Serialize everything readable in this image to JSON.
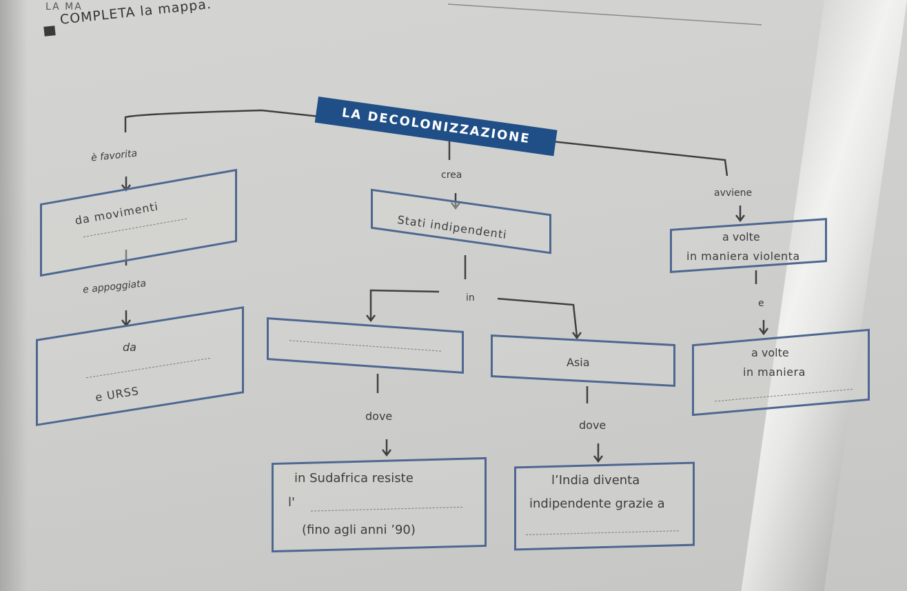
{
  "header": {
    "top_fragment": "LA MA",
    "instruction": "COMPLETA la mappa."
  },
  "map": {
    "title": "LA DECOLONIZZAZIONE",
    "branches": {
      "left": {
        "link1": "è favorita",
        "box1": "da movimenti",
        "link2": "e appoggiata",
        "box2_line1": "da",
        "box2_line2": "e URSS"
      },
      "center": {
        "link1": "crea",
        "box1": "Stati indipendenti",
        "link2": "in",
        "box_left": "",
        "box_right": "Asia",
        "link_dove_left": "dove",
        "link_dove_right": "dove",
        "box_bottom_left_line1": "in Sudafrica resiste",
        "box_bottom_left_line2": "l'",
        "box_bottom_left_line3": "(fino agli anni ’90)",
        "box_bottom_right_line1": "l’India diventa",
        "box_bottom_right_line2": "indipendente grazie a"
      },
      "right": {
        "link1": "avviene",
        "box1_line1": "a volte",
        "box1_line2": "in maniera violenta",
        "link2": "e",
        "box2_line1": "a volte",
        "box2_line2": "in maniera"
      }
    }
  }
}
